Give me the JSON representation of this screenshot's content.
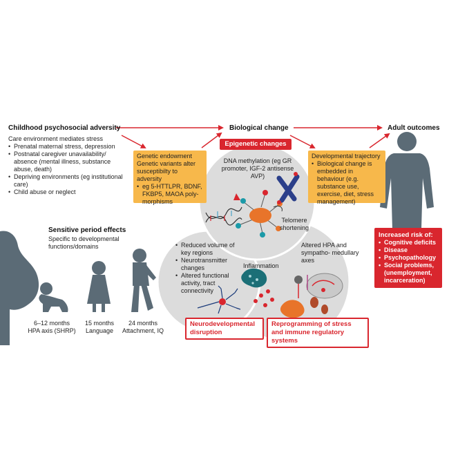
{
  "headers": {
    "adversity": "Childhood psychosocial adversity",
    "biological": "Biological change",
    "outcomes": "Adult outcomes"
  },
  "adversity": {
    "intro": "Care environment mediates stress",
    "items": [
      "Prenatal maternal stress, depression",
      "Postnatal caregiver unavailability/ absence (mental illness, substance abuse, death)",
      "Depriving environments (eg institutional care)",
      "Child abuse or neglect"
    ]
  },
  "genetic": {
    "line1": "Genetic endowment",
    "line2": "Genetic variants alter susceptibilty to adversity",
    "item": "eg 5-HTTLPR, BDNF, FKBP5, MAOA poly-morphisms"
  },
  "epigenetic": {
    "label": "Epigenetic changes",
    "dna": "DNA methylation (eg GR promoter, IGF-2 antisense AVP)",
    "telomere": "Telomere shortening"
  },
  "trajectory": {
    "title": "Developmental trajectory",
    "item": "Biological change is embedded in behaviour (e.g. substance use, exercise, diet, stress management)"
  },
  "sensitive": {
    "title": "Sensitive period effects",
    "subtitle": "Specific to developmental functions/domains",
    "captions": [
      {
        "age": "6–12 months",
        "domain": "HPA axis (SHRP)"
      },
      {
        "age": "15 months",
        "domain": "Language"
      },
      {
        "age": "24 months",
        "domain": "Attachment, IQ"
      }
    ]
  },
  "neuro": {
    "items": [
      "Reduced volume of key regions",
      "Neurotransmitter changes",
      "Altered functional activity, tract connectivity"
    ],
    "label": "Neurodevelopmental disruption"
  },
  "stress": {
    "inflammation": "Inflammation",
    "hpa": "Altered HPA and sympatho- medullary axes",
    "label": "Reprogramming of stress and immune regulatory systems"
  },
  "risk": {
    "title": "Increased risk of:",
    "items": [
      "Cognitive deficits",
      "Disease",
      "Psychopathology",
      "Social problems, (unemployment, incarceration)"
    ]
  },
  "colors": {
    "red": "#d9262e",
    "orange": "#f7b84b",
    "grey_circle": "#d3d3d3",
    "silhouette": "#5b6b76"
  }
}
